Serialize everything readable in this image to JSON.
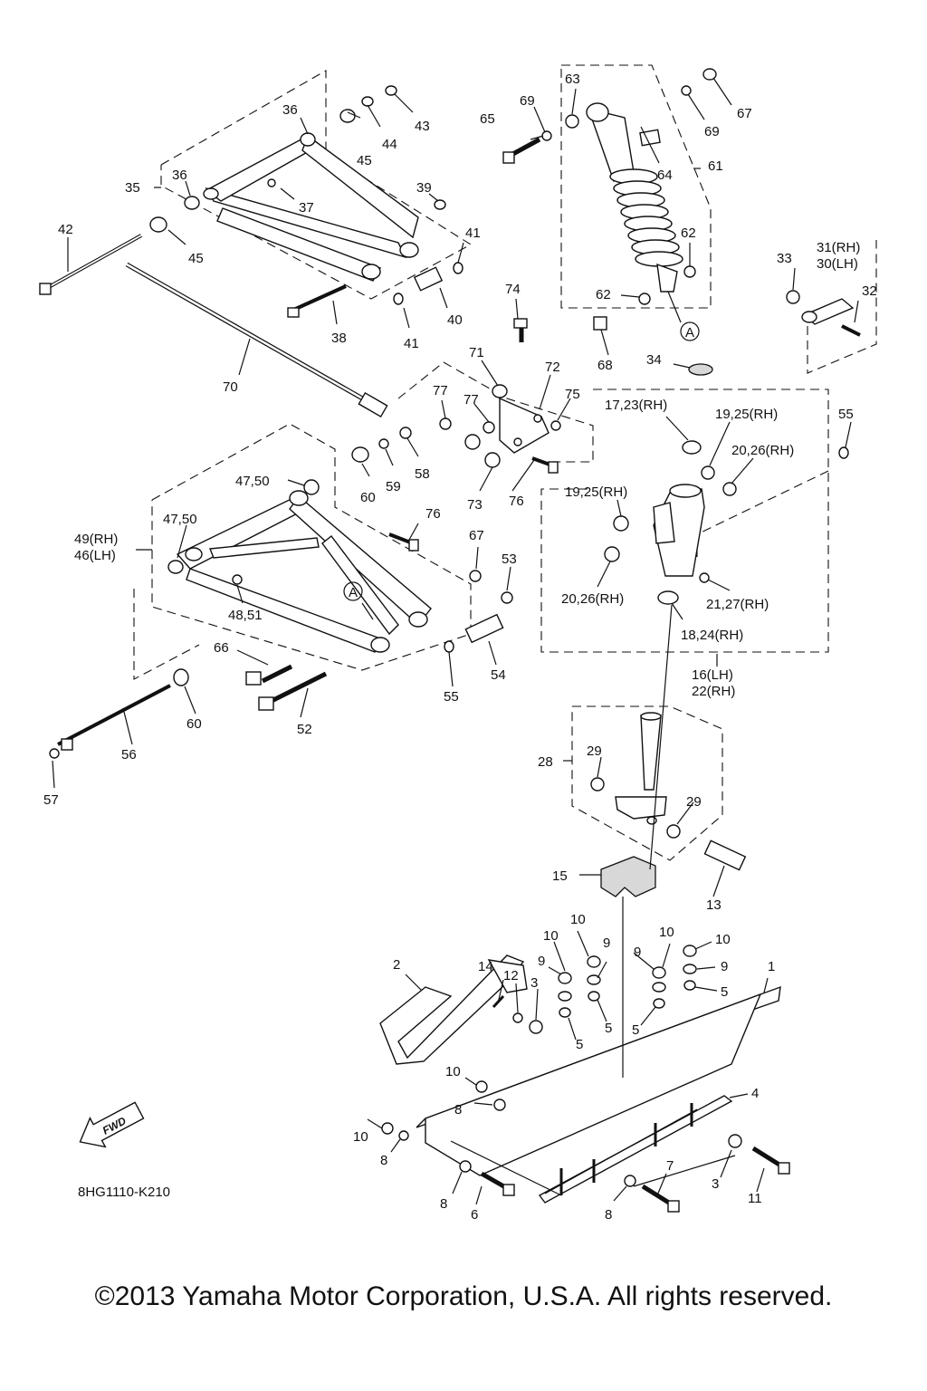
{
  "diagram_code": "8HG1110-K210",
  "fwd_label": "FWD",
  "copyright": "©2013 Yamaha Motor Corporation, U.S.A. All rights reserved.",
  "callouts": {
    "c1": "1",
    "c2": "2",
    "c3a": "3",
    "c3b": "3",
    "c4": "4",
    "c5a": "5",
    "c5b": "5",
    "c5c": "5",
    "c5d": "5",
    "c6": "6",
    "c7": "7",
    "c8a": "8",
    "c8b": "8",
    "c8c": "8",
    "c8d": "8",
    "c9a": "9",
    "c9b": "9",
    "c9c": "9",
    "c9d": "9",
    "c10a": "10",
    "c10b": "10",
    "c10c": "10",
    "c10d": "10",
    "c10e": "10",
    "c10f": "10",
    "c11": "11",
    "c12": "12",
    "c13": "13",
    "c14": "14",
    "c15": "15",
    "c16": "16(LH)",
    "c22": "22(RH)",
    "c17": "17,23(RH)",
    "c18": "18,24(RH)",
    "c19a": "19,25(RH)",
    "c19b": "19,25(RH)",
    "c20a": "20,26(RH)",
    "c20b": "20,26(RH)",
    "c21": "21,27(RH)",
    "c28": "28",
    "c29a": "29",
    "c29b": "29",
    "c31": "31(RH)",
    "c30": "30(LH)",
    "c32": "32",
    "c33": "33",
    "c34": "34",
    "c35": "35",
    "c36a": "36",
    "c36b": "36",
    "c37": "37",
    "c38": "38",
    "c39": "39",
    "c40": "40",
    "c41a": "41",
    "c41b": "41",
    "c42": "42",
    "c43": "43",
    "c44": "44",
    "c45a": "45",
    "c45b": "45",
    "c4750a": "47,50",
    "c4750b": "47,50",
    "c49": "49(RH)",
    "c46": "46(LH)",
    "c4851": "48,51",
    "c52": "52",
    "c53": "53",
    "c54": "54",
    "c55a": "55",
    "c55b": "55",
    "c56": "56",
    "c57": "57",
    "c58": "58",
    "c59": "59",
    "c60a": "60",
    "c60b": "60",
    "c61": "61",
    "c62a": "62",
    "c62b": "62",
    "c63": "63",
    "c64": "64",
    "c65": "65",
    "c66": "66",
    "c67a": "67",
    "c67b": "67",
    "c68": "68",
    "c69a": "69",
    "c69b": "69",
    "c70": "70",
    "c71": "71",
    "c72": "72",
    "c73": "73",
    "c74": "74",
    "c75": "75",
    "c76a": "76",
    "c76b": "76",
    "c77a": "77",
    "c77b": "77",
    "refA1": "A",
    "refA2": "A"
  }
}
